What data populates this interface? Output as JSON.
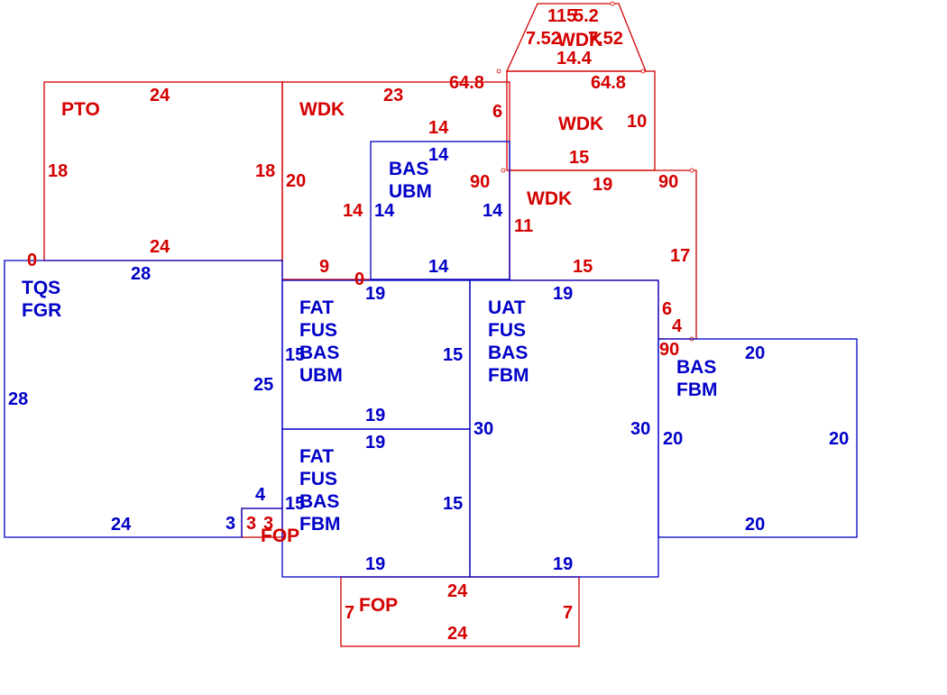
{
  "colors": {
    "red": "#d40000",
    "blue": "#0000c8",
    "background": "#ffffff"
  },
  "areas": {
    "pto": {
      "name": "PTO",
      "dims": {
        "top": "24",
        "bottom": "24",
        "left": "18",
        "right": "18",
        "corner": "0"
      }
    },
    "wdk_main": {
      "name": "WDK",
      "dims": {
        "top": "23",
        "left": "20",
        "bottom": "9",
        "top_right": "64.8",
        "right": "6",
        "inner_top": "14",
        "inner_left": "14",
        "inner_right": "90"
      }
    },
    "bas_ubm_upper": {
      "line1": "BAS",
      "line2": "UBM",
      "dims": {
        "top": "14",
        "left": "14",
        "right": "14",
        "bottom": "14",
        "corner": "0"
      }
    },
    "wdk_bay": {
      "name": "WDK",
      "dims": {
        "top_left": "115",
        "top_right": "5.2",
        "left": "7.52",
        "right": "7.52",
        "bottom": "14.4"
      }
    },
    "wdk_upper_right": {
      "name": "WDK",
      "dims": {
        "top": "64.8",
        "right": "10",
        "bottom": "15"
      }
    },
    "wdk_right": {
      "name": "WDK",
      "dims": {
        "top": "19",
        "top_right": "90",
        "left": "11",
        "right": "17",
        "bottom": "15",
        "notch_a": "6",
        "notch_b": "4",
        "notch_c": "90"
      }
    },
    "tqs_fgr": {
      "line1": "TQS",
      "line2": "FGR",
      "dims": {
        "top": "28",
        "left": "28",
        "right": "25",
        "bottom": "24",
        "notch_top": "4",
        "notch_left": "3",
        "corner": "0"
      }
    },
    "fat_ubm": {
      "lines": [
        "FAT",
        "FUS",
        "BAS",
        "UBM"
      ],
      "dims": {
        "top": "19",
        "left": "15",
        "right": "15",
        "bottom": "19"
      }
    },
    "fat_fbm": {
      "lines": [
        "FAT",
        "FUS",
        "BAS",
        "FBM"
      ],
      "dims": {
        "top": "19",
        "left": "15",
        "right": "15",
        "bottom": "19"
      }
    },
    "uat_fbm": {
      "lines": [
        "UAT",
        "FUS",
        "BAS",
        "FBM"
      ],
      "dims": {
        "top": "19",
        "left": "30",
        "right": "30",
        "bottom": "19"
      }
    },
    "bas_fbm_right": {
      "line1": "BAS",
      "line2": "FBM",
      "dims": {
        "top": "20",
        "left": "20",
        "right": "20",
        "bottom": "20"
      }
    },
    "fop_small": {
      "name": "FOP",
      "dims": {
        "a": "3",
        "b": "3"
      }
    },
    "fop_bottom": {
      "name": "FOP",
      "dims": {
        "top": "24",
        "bottom": "24",
        "left": "7",
        "right": "7"
      }
    }
  }
}
